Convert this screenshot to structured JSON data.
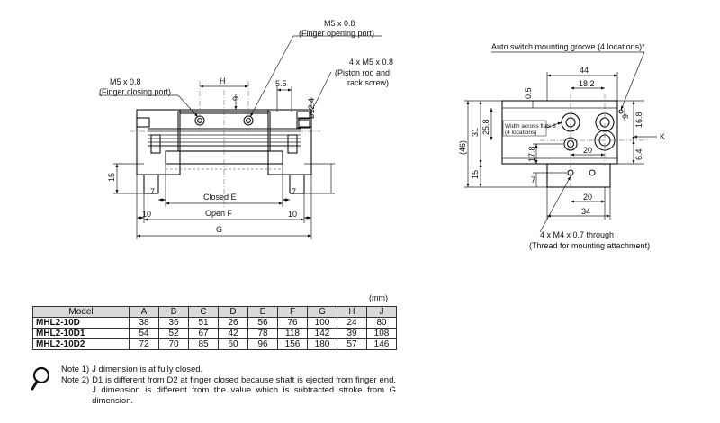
{
  "front_view": {
    "callouts": {
      "port_open_thread": "M5 x 0.8",
      "port_open_desc": "(Finger opening port)",
      "port_close_thread": "M5 x 0.8",
      "port_close_desc": "(Finger closing port)",
      "piston_thread": "4 x M5 x 0.8",
      "piston_desc_1": "(Piston rod and",
      "piston_desc_2": "rack screw)"
    },
    "dims": {
      "H": "H",
      "nine": "9",
      "five_five": "5.5",
      "phi_12_4": "ø12.4",
      "fifteen": "15",
      "seven_left": "7",
      "seven_right": "7",
      "ten_left": "10",
      "ten_right": "10",
      "closed_e": "Closed E",
      "open_f": "Open F",
      "G": "G"
    }
  },
  "side_view": {
    "groove_label": "Auto switch mounting groove (4 locations)*",
    "dims": {
      "d44": "44",
      "d18_2": "18.2",
      "d0_5": "0.5",
      "d46": "(46)",
      "d31": "31",
      "d25_8": "25.8",
      "d17_8": "17.8",
      "d15": "15",
      "d7": "7",
      "d20_top": "20",
      "d20_bottom": "20",
      "d34": "34",
      "d16_8": "16.8",
      "d6_4": "6.4",
      "d9": "9",
      "k": "K"
    },
    "across_flats_1": "Width across flats 8",
    "across_flats_2": "(4 locations)",
    "thread_label": "4 x M4 x 0.7 through",
    "thread_desc": "(Thread for mounting attachment)"
  },
  "table": {
    "unit": "(mm)",
    "headers": [
      "Model",
      "A",
      "B",
      "C",
      "D",
      "E",
      "F",
      "G",
      "H",
      "J"
    ],
    "rows": [
      [
        "MHL2-10D",
        "38",
        "36",
        "51",
        "26",
        "56",
        "76",
        "100",
        "24",
        "80"
      ],
      [
        "MHL2-10D1",
        "54",
        "52",
        "67",
        "42",
        "78",
        "118",
        "142",
        "39",
        "108"
      ],
      [
        "MHL2-10D2",
        "72",
        "70",
        "85",
        "60",
        "96",
        "156",
        "180",
        "57",
        "146"
      ]
    ]
  },
  "notes": [
    {
      "tag": "Note 1)",
      "text": "J dimension is at fully closed."
    },
    {
      "tag": "Note 2)",
      "text": "D1 is different from D2 at finger closed because shaft is ejected from finger end. J dimension is different from the value which is subtracted stroke from G dimension."
    }
  ],
  "icons": {
    "note": "magnifier-icon",
    "arrow": "arrow-left-icon"
  }
}
